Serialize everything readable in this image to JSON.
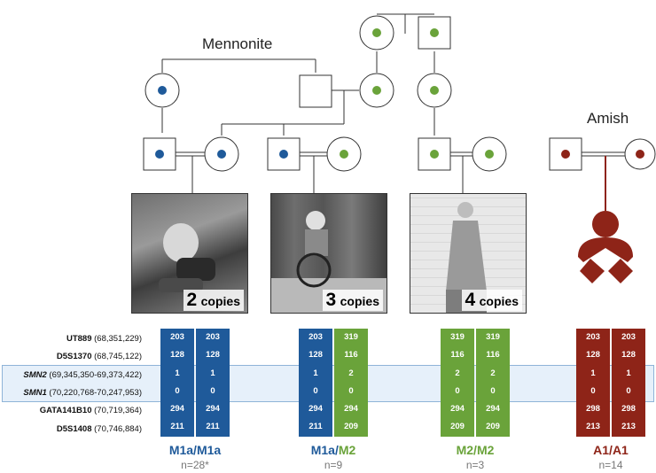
{
  "colors": {
    "mennonite_blue": "#1f5a9a",
    "mennonite_green": "#6aa33a",
    "amish_red": "#8e2418",
    "highlight": "#e6f0fa"
  },
  "populations": {
    "mennonite": "Mennonite",
    "amish": "Amish"
  },
  "photos": [
    {
      "copies_number": "2",
      "copies_word": "copies"
    },
    {
      "copies_number": "3",
      "copies_word": "copies"
    },
    {
      "copies_number": "4",
      "copies_word": "copies"
    }
  ],
  "markers": [
    {
      "name": "UT889",
      "range": "(68,351,229)",
      "italic": false
    },
    {
      "name": "D5S1370",
      "range": "(68,745,122)",
      "italic": false
    },
    {
      "name": "SMN2",
      "range": "(69,345,350-69,373,422)",
      "italic": true
    },
    {
      "name": "SMN1",
      "range": "(70,220,768-70,247,953)",
      "italic": true
    },
    {
      "name": "GATA141B10",
      "range": "(70,719,364)",
      "italic": false
    },
    {
      "name": "D5S1408",
      "range": "(70,746,884)",
      "italic": false
    }
  ],
  "haplotypes": [
    {
      "label_a": "M1a",
      "slash": "/",
      "label_b": "M1a",
      "n": "n=28*",
      "col1": {
        "color": "blue",
        "values": [
          "203",
          "128",
          "1",
          "0",
          "294",
          "211"
        ]
      },
      "col2": {
        "color": "blue",
        "values": [
          "203",
          "128",
          "1",
          "0",
          "294",
          "211"
        ]
      }
    },
    {
      "label_a": "M1a",
      "slash": "/",
      "label_b": "M2",
      "n": "n=9",
      "col1": {
        "color": "blue",
        "values": [
          "203",
          "128",
          "1",
          "0",
          "294",
          "211"
        ]
      },
      "col2": {
        "color": "green",
        "values": [
          "319",
          "116",
          "2",
          "0",
          "294",
          "209"
        ]
      }
    },
    {
      "label_a": "M2",
      "slash": "/",
      "label_b": "M2",
      "n": "n=3",
      "col1": {
        "color": "green",
        "values": [
          "319",
          "116",
          "2",
          "0",
          "294",
          "209"
        ]
      },
      "col2": {
        "color": "green",
        "values": [
          "319",
          "116",
          "2",
          "0",
          "294",
          "209"
        ]
      }
    },
    {
      "label_a": "A1",
      "slash": "/",
      "label_b": "A1",
      "n": "n=14",
      "col1": {
        "color": "red",
        "values": [
          "203",
          "128",
          "1",
          "0",
          "298",
          "213"
        ]
      },
      "col2": {
        "color": "red",
        "values": [
          "203",
          "128",
          "1",
          "0",
          "298",
          "213"
        ]
      }
    }
  ]
}
